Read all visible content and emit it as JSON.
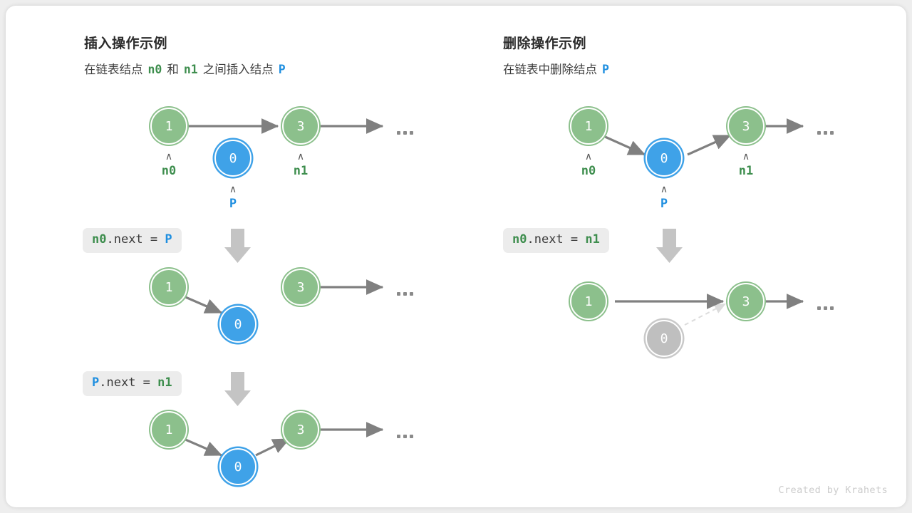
{
  "meta": {
    "credit": "Created by Krahets",
    "bg_color": "#eeeeee",
    "card_color": "#ffffff",
    "green": "#8cc08c",
    "green_text": "#3e8e4e",
    "blue": "#3fa2e8",
    "blue_text": "#1f8fe0",
    "gray_node": "#bfbfbf",
    "edge_gray": "#808080",
    "chip_bg": "#ececec"
  },
  "panels": [
    {
      "id": "insert",
      "title": "插入操作示例",
      "subtitle": {
        "p1": "在链表结点",
        "a": "n0",
        "p2": "和",
        "b": "n1",
        "p3": "之间插入结点",
        "c": "P"
      },
      "steps": [
        {
          "code": {
            "lhs": "n0",
            "mid": ".next = ",
            "rhs": "P",
            "full": "n0.next = P"
          },
          "nodes": [
            {
              "label": "1",
              "kind": "green",
              "pointer": "n0"
            },
            {
              "label": "0",
              "kind": "blue",
              "pointer": "P"
            },
            {
              "label": "3",
              "kind": "green",
              "pointer": "n1"
            }
          ]
        },
        {
          "code": {
            "lhs": "P",
            "mid": ".next = ",
            "rhs": "n1",
            "full": "P.next = n1"
          },
          "nodes": [
            {
              "label": "1",
              "kind": "green",
              "pointer": ""
            },
            {
              "label": "0",
              "kind": "blue",
              "pointer": ""
            },
            {
              "label": "3",
              "kind": "green",
              "pointer": ""
            }
          ]
        },
        {
          "code": null,
          "nodes": [
            {
              "label": "1",
              "kind": "green",
              "pointer": ""
            },
            {
              "label": "0",
              "kind": "blue",
              "pointer": ""
            },
            {
              "label": "3",
              "kind": "green",
              "pointer": ""
            }
          ]
        }
      ]
    },
    {
      "id": "delete",
      "title": "删除操作示例",
      "subtitle": {
        "p1": "在链表中删除结点",
        "a": "P",
        "p2": "",
        "b": "",
        "p3": "",
        "c": ""
      },
      "steps": [
        {
          "code": {
            "lhs": "n0",
            "mid": ".next = ",
            "rhs": "n1",
            "full": "n0.next = n1"
          },
          "nodes": [
            {
              "label": "1",
              "kind": "green",
              "pointer": "n0"
            },
            {
              "label": "0",
              "kind": "blue",
              "pointer": "P"
            },
            {
              "label": "3",
              "kind": "green",
              "pointer": "n1"
            }
          ]
        },
        {
          "code": null,
          "nodes": [
            {
              "label": "1",
              "kind": "green",
              "pointer": ""
            },
            {
              "label": "0",
              "kind": "gray",
              "pointer": ""
            },
            {
              "label": "3",
              "kind": "green",
              "pointer": ""
            }
          ]
        }
      ]
    }
  ],
  "labels": {
    "caret": "∧",
    "ellipsis": "..."
  }
}
